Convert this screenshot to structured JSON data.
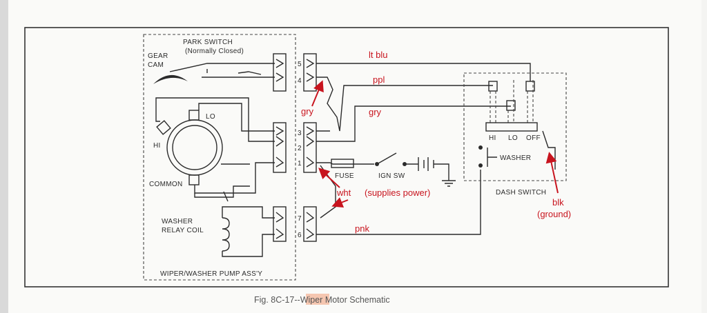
{
  "labels": {
    "park_switch": "PARK SWITCH",
    "normally_closed": "(Normally Closed)",
    "gear": "GEAR",
    "cam": "CAM",
    "lo": "LO",
    "hi": "HI",
    "common": "COMMON",
    "washer_relay_1": "WASHER",
    "washer_relay_2": "RELAY COIL",
    "pump_assy": "WIPER/WASHER PUMP ASS'Y",
    "fuse": "FUSE",
    "ign_sw": "IGN SW",
    "dash_switch": "DASH SWITCH",
    "sw_hi": "HI",
    "sw_lo": "LO",
    "sw_off": "OFF",
    "sw_washer": "WASHER",
    "pin5": "5",
    "pin4": "4",
    "pin3": "3",
    "pin2": "2",
    "pin1": "1",
    "pin7": "7",
    "pin6": "6"
  },
  "annotations": {
    "lt_blu": "lt blu",
    "ppl": "ppl",
    "gry_left": "gry",
    "gry_right": "gry",
    "wht": "wht",
    "supplies_power": "(supplies power)",
    "pnk": "pnk",
    "blk": "blk",
    "ground": "(ground)"
  },
  "caption": {
    "prefix": "Fig. 8C-17--",
    "highlight": "Wiper",
    "suffix": " Motor Schematic"
  },
  "colors": {
    "annotation": "#c8141e",
    "highlight_bg": "#f5c6b0",
    "line": "#2b2b2b"
  }
}
